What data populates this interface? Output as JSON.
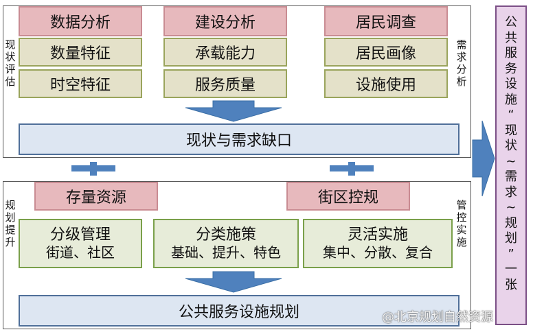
{
  "assessment": {
    "left_label": "现状评估",
    "right_label": "需求分析",
    "headers": [
      "数据分析",
      "建设分析",
      "居民调查"
    ],
    "rows": [
      [
        "数量特征",
        "承载能力",
        "居民画像"
      ],
      [
        "时空特征",
        "服务质量",
        "设施使用"
      ]
    ],
    "gap_box": "现状与需求缺口"
  },
  "planning": {
    "left_label": "规划提升",
    "right_label": "管控实施",
    "headers": [
      "存量资源",
      "街区控规"
    ],
    "strategies": [
      {
        "title": "分级管理",
        "detail": "街道、社区"
      },
      {
        "title": "分类施策",
        "detail": "基础、提升、特色"
      },
      {
        "title": "灵活实施",
        "detail": "集中、分散、复合"
      }
    ],
    "result_box": "公共服务设施规划"
  },
  "side_panel": {
    "text": [
      "公",
      "共",
      "服",
      "务",
      "设",
      "施",
      "“",
      "现",
      "状",
      "~",
      "需",
      "求",
      "~",
      "规",
      "划",
      "”",
      "一",
      "张"
    ]
  },
  "watermark": "@北京规划自然资源",
  "colors": {
    "pink_fill": "#e7b9bd",
    "olive_fill": "#e4e1c9",
    "blue_fill": "#dde6f2",
    "green_fill": "#e7ecd9",
    "arrow_blue": "#4f81bd",
    "side_fill": "#e9d3ea"
  }
}
